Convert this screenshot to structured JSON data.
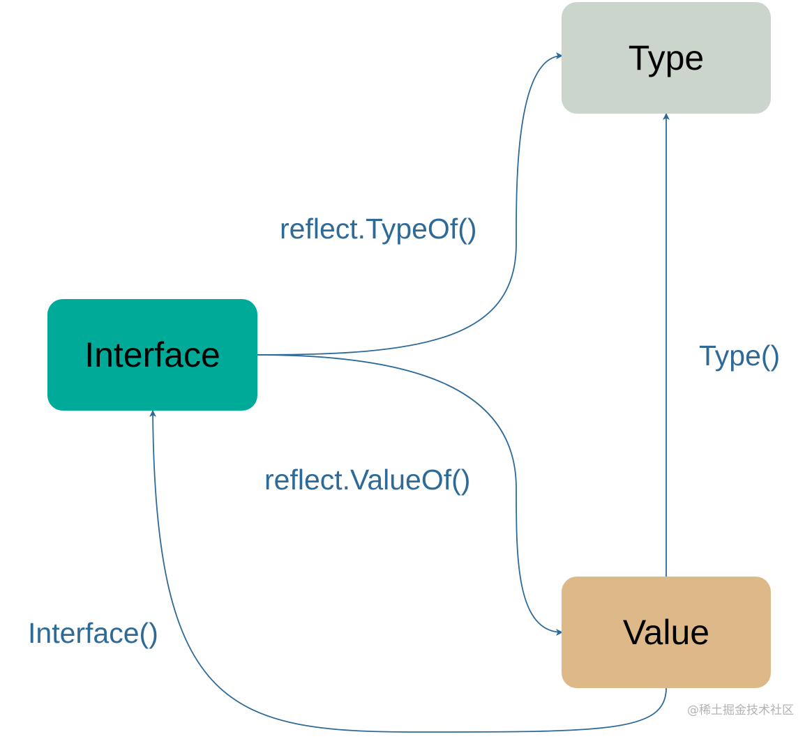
{
  "nodes": {
    "type": {
      "label": "Type",
      "color": "#cbd5cc"
    },
    "interface": {
      "label": "Interface",
      "color": "#00aa99"
    },
    "value": {
      "label": "Value",
      "color": "#ddb889"
    }
  },
  "edges": {
    "typeof": {
      "label": "reflect.TypeOf()"
    },
    "valueof": {
      "label": "reflect.ValueOf()"
    },
    "type_method": {
      "label": "Type()"
    },
    "interface_method": {
      "label": "Interface()"
    }
  },
  "style": {
    "edge_color": "#2e6a98"
  },
  "watermark": "@稀土掘金技术社区"
}
